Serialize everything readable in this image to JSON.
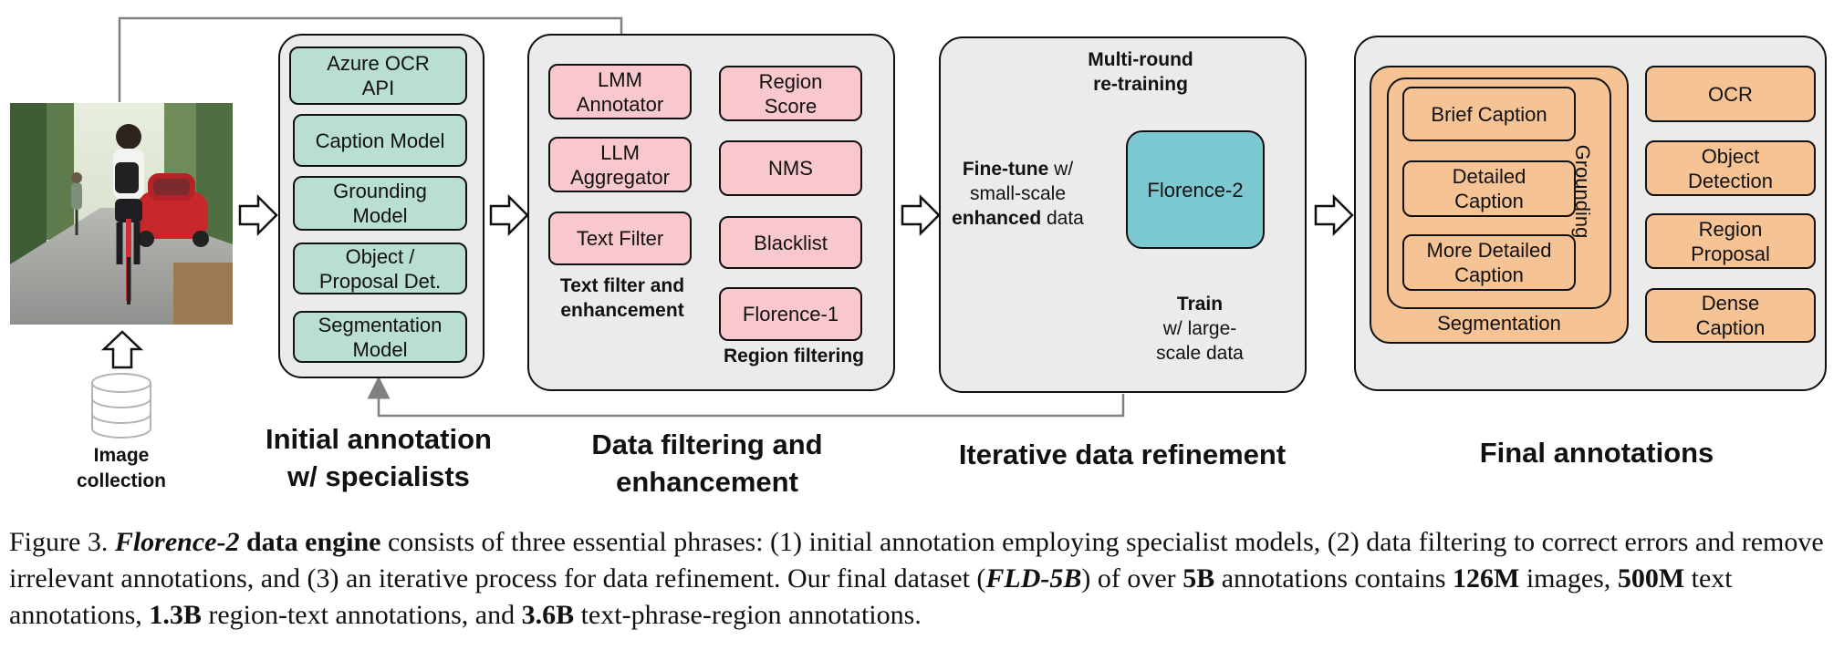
{
  "left": {
    "image_alt": "Photo of a person cycling on a tree-lined road next to a red car",
    "image_label": "Image\ncollection"
  },
  "initial": {
    "items": [
      "Azure OCR\nAPI",
      "Caption Model",
      "Grounding\nModel",
      "Object /\nProposal Det.",
      "Segmentation\nModel"
    ],
    "title": "Initial annotation\nw/ specialists"
  },
  "filtering": {
    "left_items": [
      "LMM\nAnnotator",
      "LLM\nAggregator",
      "Text Filter"
    ],
    "left_label": "Text filter and\nenhancement",
    "right_items": [
      "Region\nScore",
      "NMS",
      "Blacklist",
      "Florence-1"
    ],
    "right_label": "Region filtering",
    "title": "Data filtering and\nenhancement"
  },
  "refinement": {
    "multi_round": "Multi-round\nre-training",
    "finetune_bold": "Fine-tune",
    "finetune_rest": " w/\nsmall-scale",
    "enhanced_bold": "enhanced",
    "enhanced_rest": " data",
    "model": "Florence-2",
    "train_bold": "Train",
    "train_rest": "w/ large-\nscale data",
    "title": "Iterative data refinement"
  },
  "final": {
    "inner_items": [
      "Brief Caption",
      "Detailed\nCaption",
      "More Detailed\nCaption"
    ],
    "grounding": "Grounding",
    "segmentation": "Segmentation",
    "right_items": [
      "OCR",
      "Object\nDetection",
      "Region\nProposal",
      "Dense\nCaption"
    ],
    "title": "Final annotations"
  },
  "caption": {
    "prefix": "Figure 3. ",
    "model_name": "Florence-2",
    "engine": " data engine",
    "t1": " consists of three essential phrases: (1) initial annotation employing specialist models, (2) data filtering to correct errors and remove irrelevant annotations, and (3) an iterative process for data refinement. Our final dataset (",
    "dataset": "FLD-5B",
    "t2": ") of over ",
    "n_total": "5B",
    "t3": " annotations contains ",
    "n_images": "126M",
    "t4": " images, ",
    "n_text": "500M",
    "t5": " text annotations, ",
    "n_region": "1.3B",
    "t6": " region-text annotations, and ",
    "n_phrase": "3.6B",
    "t7": " text-phrase-region annotations."
  },
  "colors": {
    "specialist": "#b9ded3",
    "filter": "#f8c8cd",
    "model": "#7cc8d1",
    "final": "#f6c395",
    "panel": "#ebebeb",
    "connector": "#808080"
  }
}
